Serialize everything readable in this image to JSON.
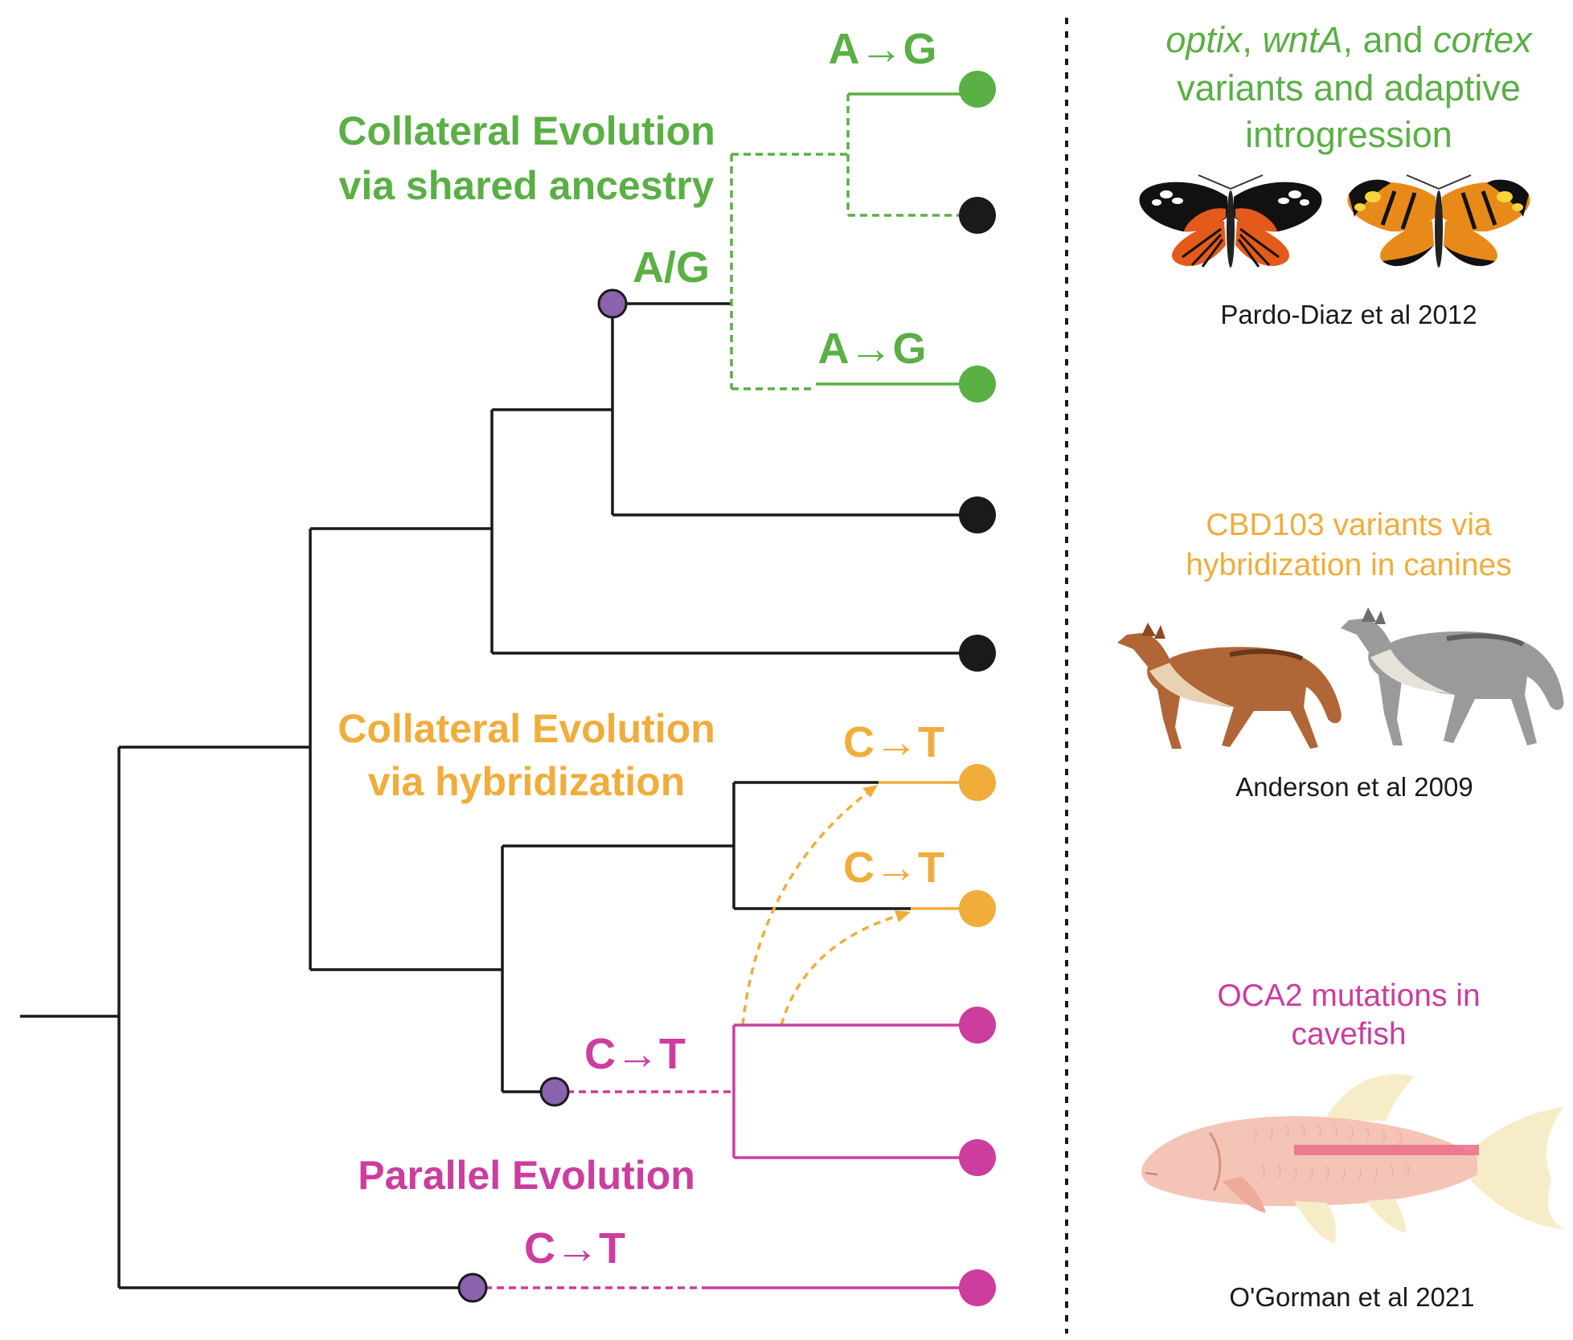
{
  "colors": {
    "green": "#5aaf45",
    "orange": "#f0ad3c",
    "magenta": "#cc3d9e",
    "black": "#1a1a1a",
    "purple": "#8a62ae"
  },
  "labels": {
    "shared_title_line1": "Collateral Evolution",
    "shared_title_line2": "via shared ancestry",
    "hybrid_title_line1": "Collateral Evolution",
    "hybrid_title_line2": "via hybridization",
    "parallel_title": "Parallel Evolution",
    "ag_polymorphism": "A/G",
    "mut_ag_top": "A→G",
    "mut_ag_lower": "A→G",
    "mut_ct_orange_1": "C→T",
    "mut_ct_orange_2": "C→T",
    "mut_ct_magenta_1": "C→T",
    "mut_ct_magenta_2": "C→T"
  },
  "examples": {
    "butterflies": {
      "title_part1": "optix",
      "title_part2": ", ",
      "title_part3": "wntA",
      "title_part4": ", and ",
      "title_part5": "cortex",
      "title_line2": "variants and adaptive",
      "title_line3": "introgression",
      "citation": "Pardo-Diaz et al 2012",
      "image_icon": "butterfly-icon"
    },
    "canines": {
      "title_line1": "CBD103 variants via",
      "title_line2": "hybridization in canines",
      "citation": "Anderson et al 2009",
      "image_icon": "wolf-icon"
    },
    "cavefish": {
      "title_line1": "OCA2 mutations in",
      "title_line2": "cavefish",
      "citation": "O'Gorman et al 2021",
      "image_icon": "fish-icon"
    }
  }
}
